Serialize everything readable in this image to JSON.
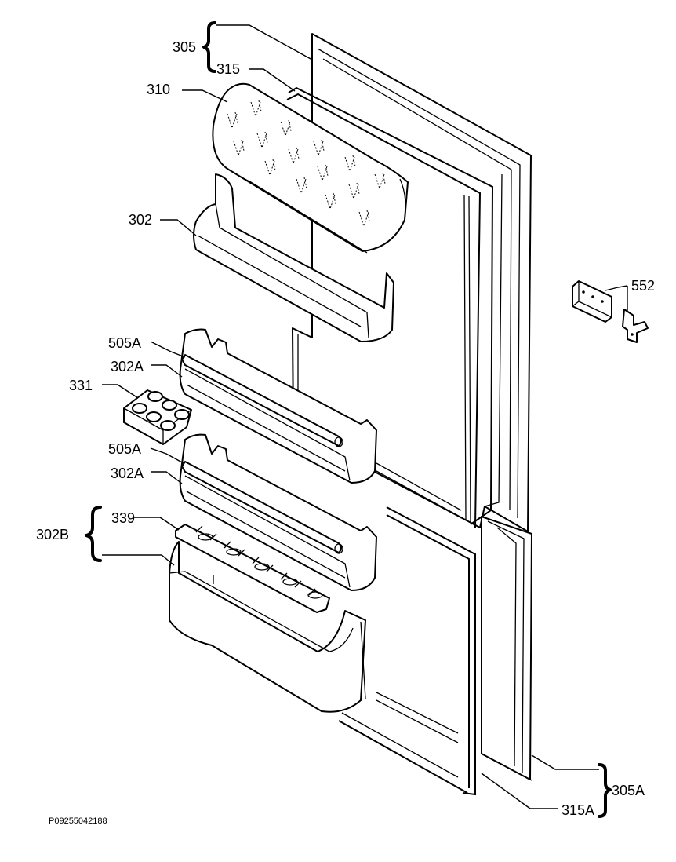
{
  "labels": {
    "l305": "305",
    "l315": "315",
    "l310": "310",
    "l302": "302",
    "l505a_1": "505A",
    "l302a_1": "302A",
    "l331": "331",
    "l505a_2": "505A",
    "l302a_2": "302A",
    "l339": "339",
    "l302b": "302B",
    "l552": "552",
    "l305a": "305A",
    "l315a": "315A"
  },
  "drawing_code": "P09255042188"
}
